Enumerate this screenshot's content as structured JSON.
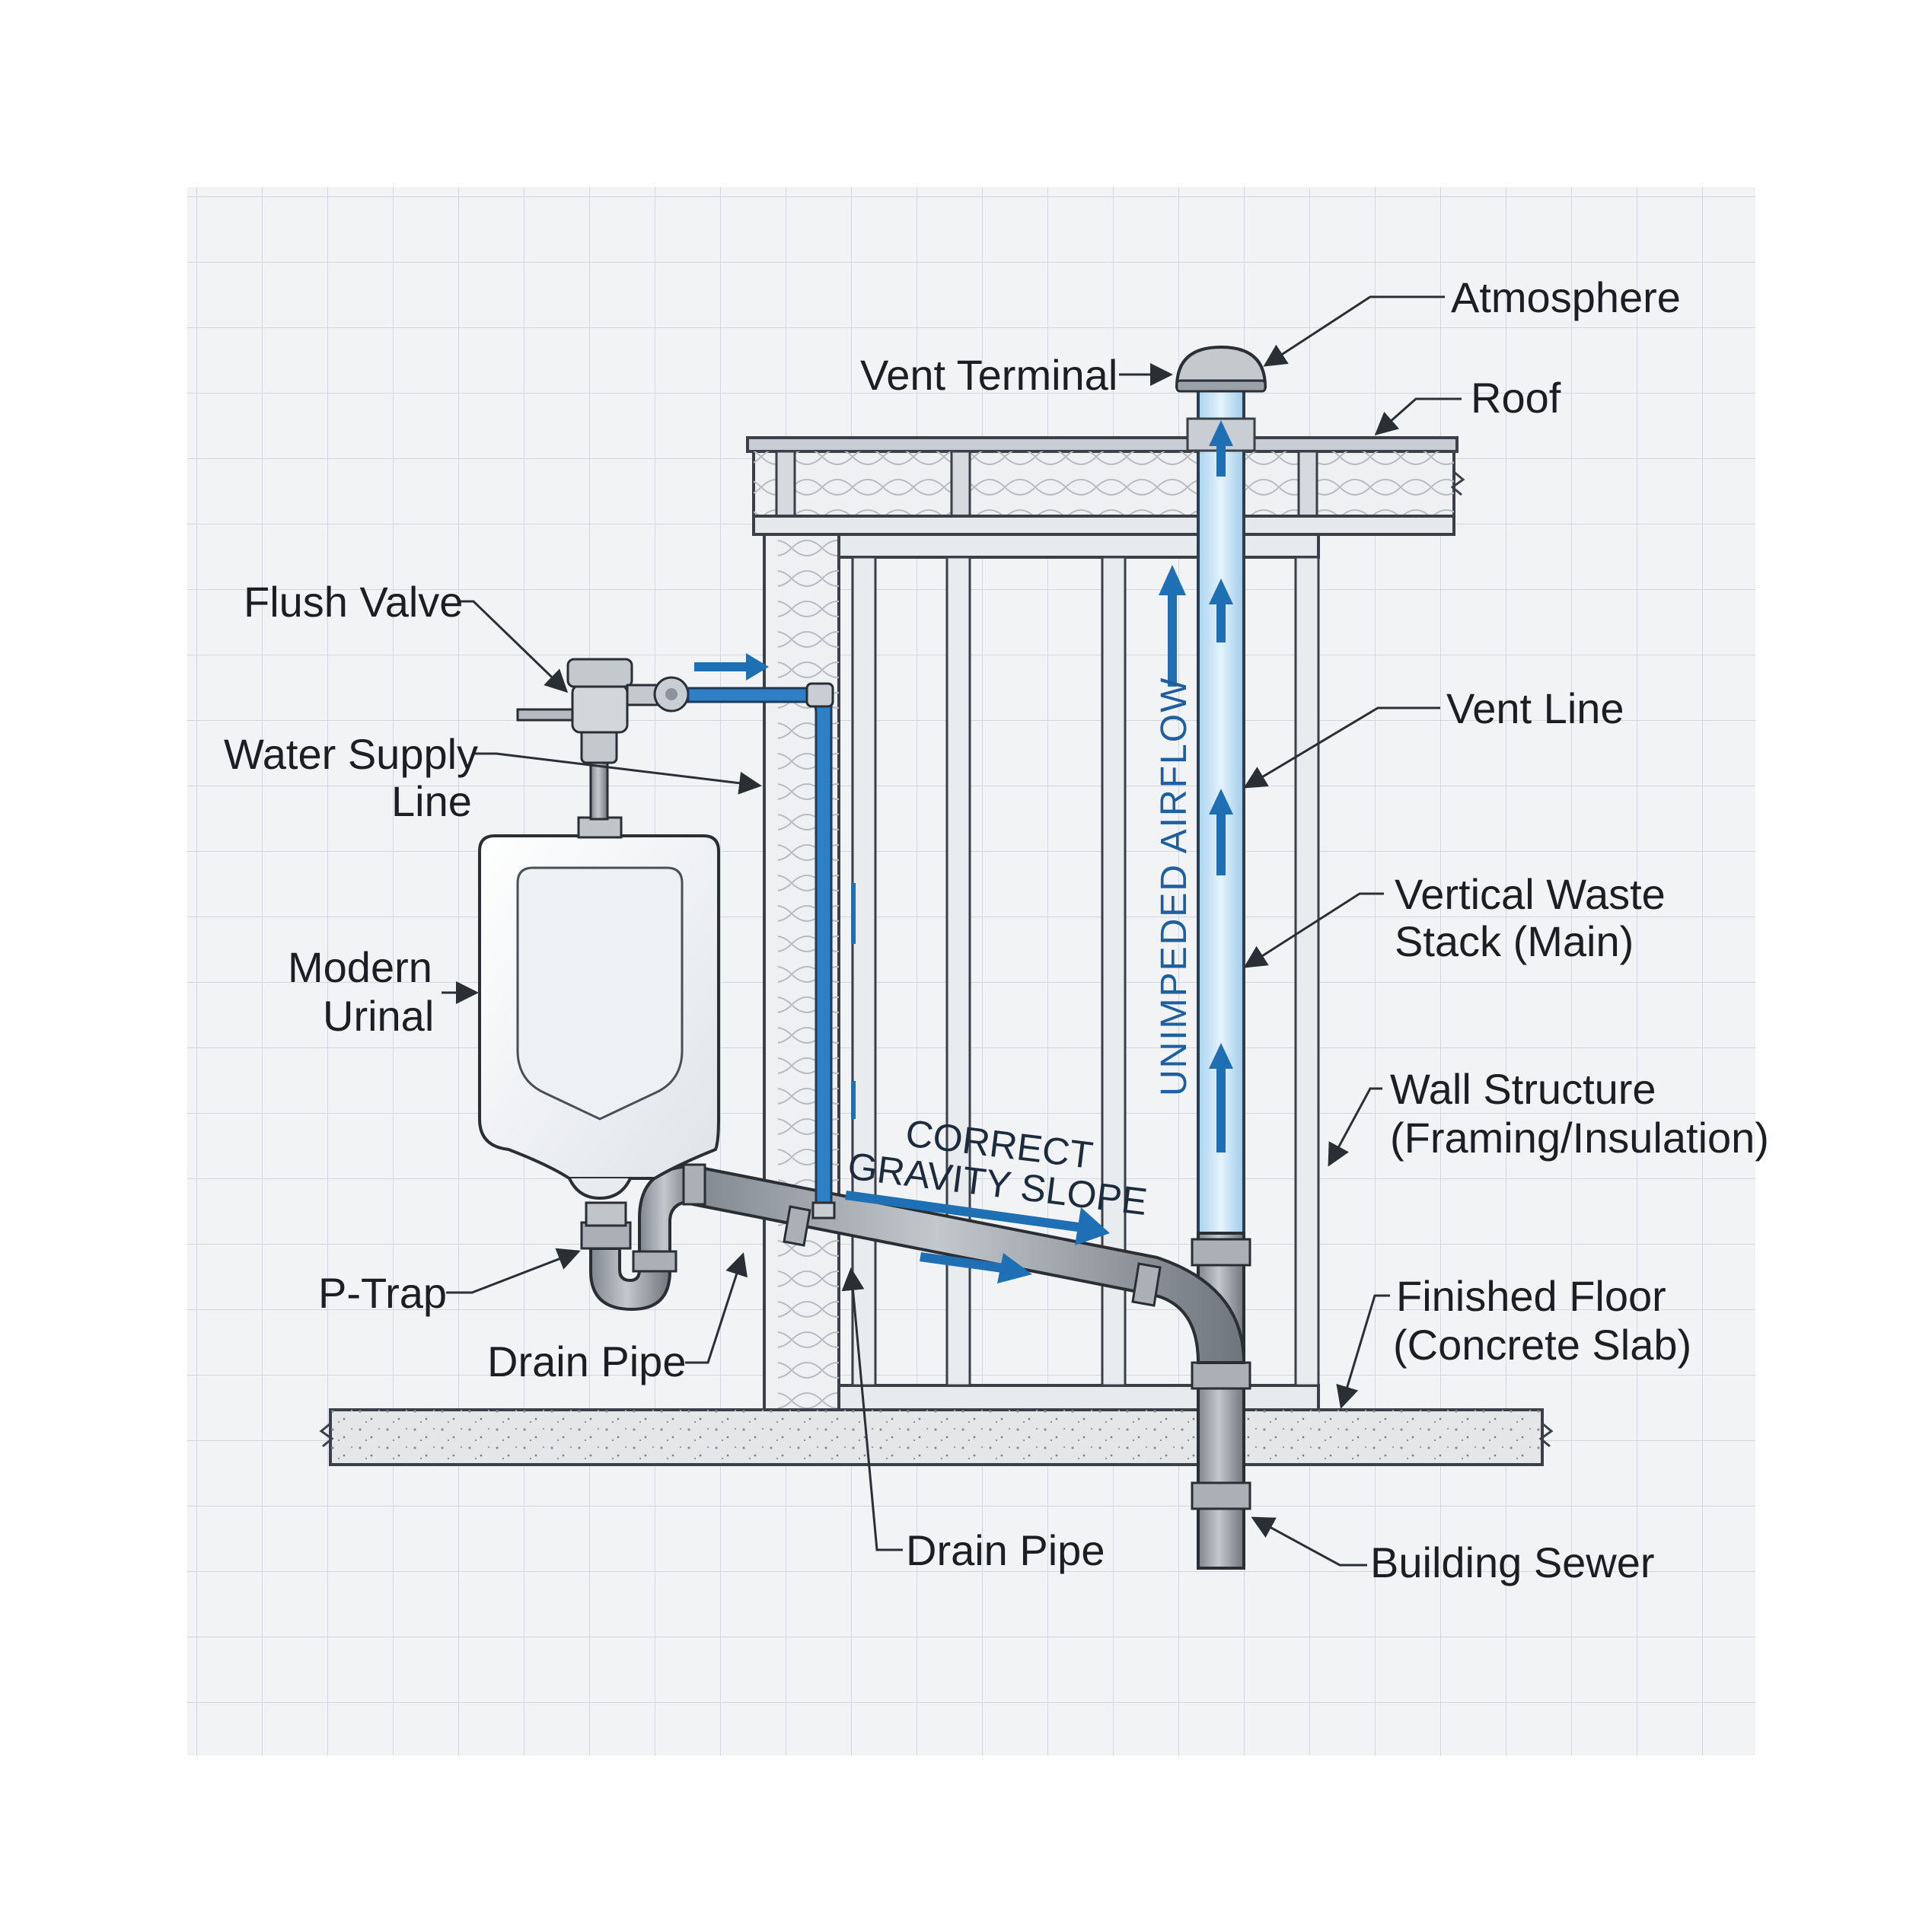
{
  "labels": {
    "atmosphere": "Atmosphere",
    "vent_terminal": "Vent Terminal",
    "roof": "Roof",
    "flush_valve": "Flush Valve",
    "water_supply_line_1": "Water Supply",
    "water_supply_line_2": "Line",
    "vent_line": "Vent Line",
    "modern_urinal_1": "Modern",
    "modern_urinal_2": "Urinal",
    "vertical_waste_stack_1": "Vertical Waste",
    "vertical_waste_stack_2": "Stack (Main)",
    "wall_structure_1": "Wall Structure",
    "wall_structure_2": "(Framing/Insulation)",
    "p_trap": "P-Trap",
    "drain_pipe_left": "Drain Pipe",
    "finished_floor_1": "Finished Floor",
    "finished_floor_2": "(Concrete Slab)",
    "drain_pipe_bottom": "Drain Pipe",
    "building_sewer": "Building Sewer"
  },
  "annotations": {
    "slope_line_1": "CORRECT",
    "slope_line_2": "GRAVITY SLOPE",
    "airflow": "UNIMPEDED AIRFLOW"
  },
  "colors": {
    "grid_background": "#f1f3f5",
    "grid_line": "#d3d8de",
    "water_blue": "#2f7fc4",
    "vent_fill": "#bfe0f5",
    "pipe_gray": "#9aa1a8",
    "wall_line": "#3b4048",
    "concrete": "#e4e6e8"
  }
}
